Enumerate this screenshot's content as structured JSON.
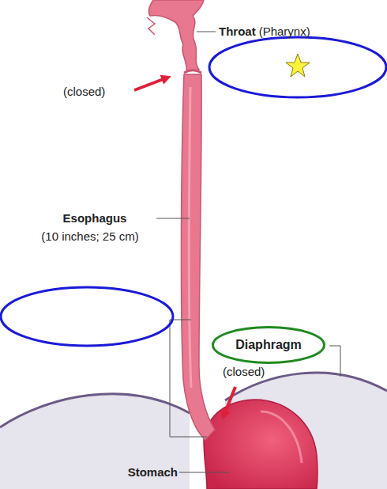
{
  "diagram": {
    "nodes": [
      {
        "text": [
          "Diaphragm"
        ]
      }
    ],
    "labels": [
      "Throat",
      "(Pharynx)",
      "(closed)",
      "Esophagus",
      "(10 inches; 25 cm)",
      "(closed)",
      "Stomach"
    ]
  }
}
